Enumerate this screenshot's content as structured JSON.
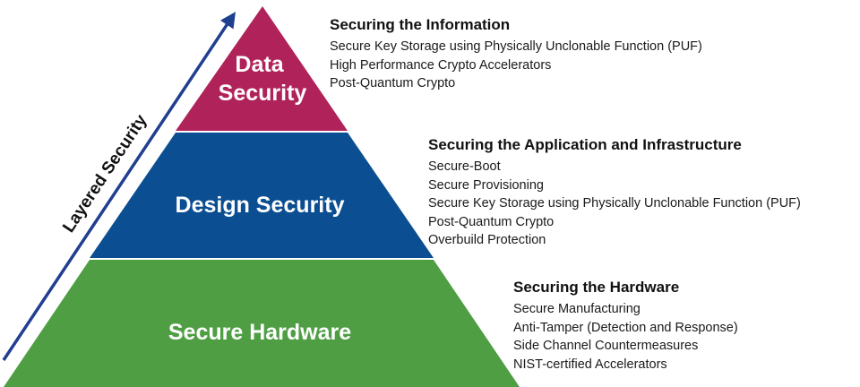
{
  "arrow": {
    "label": "Layered Security",
    "color": "#1f3f8f"
  },
  "tiers": [
    {
      "id": "data-security",
      "label_lines": [
        "Data",
        "Security"
      ],
      "color": "#b0235a",
      "heading": "Securing the Information",
      "items": [
        "Secure Key Storage using Physically Unclonable Function (PUF)",
        "High Performance Crypto Accelerators",
        "Post-Quantum Crypto"
      ]
    },
    {
      "id": "design-security",
      "label_lines": [
        "Design Security"
      ],
      "color": "#0b4e91",
      "heading": "Securing the Application and Infrastructure",
      "items": [
        "Secure-Boot",
        "Secure Provisioning",
        "Secure Key Storage using Physically Unclonable Function (PUF)",
        "Post-Quantum Crypto",
        "Overbuild Protection"
      ]
    },
    {
      "id": "secure-hardware",
      "label_lines": [
        "Secure Hardware"
      ],
      "color": "#4f9e44",
      "heading": "Securing the Hardware",
      "items": [
        "Secure Manufacturing",
        "Anti-Tamper (Detection and Response)",
        "Side Channel Countermeasures",
        "NIST-certified Accelerators"
      ]
    }
  ]
}
